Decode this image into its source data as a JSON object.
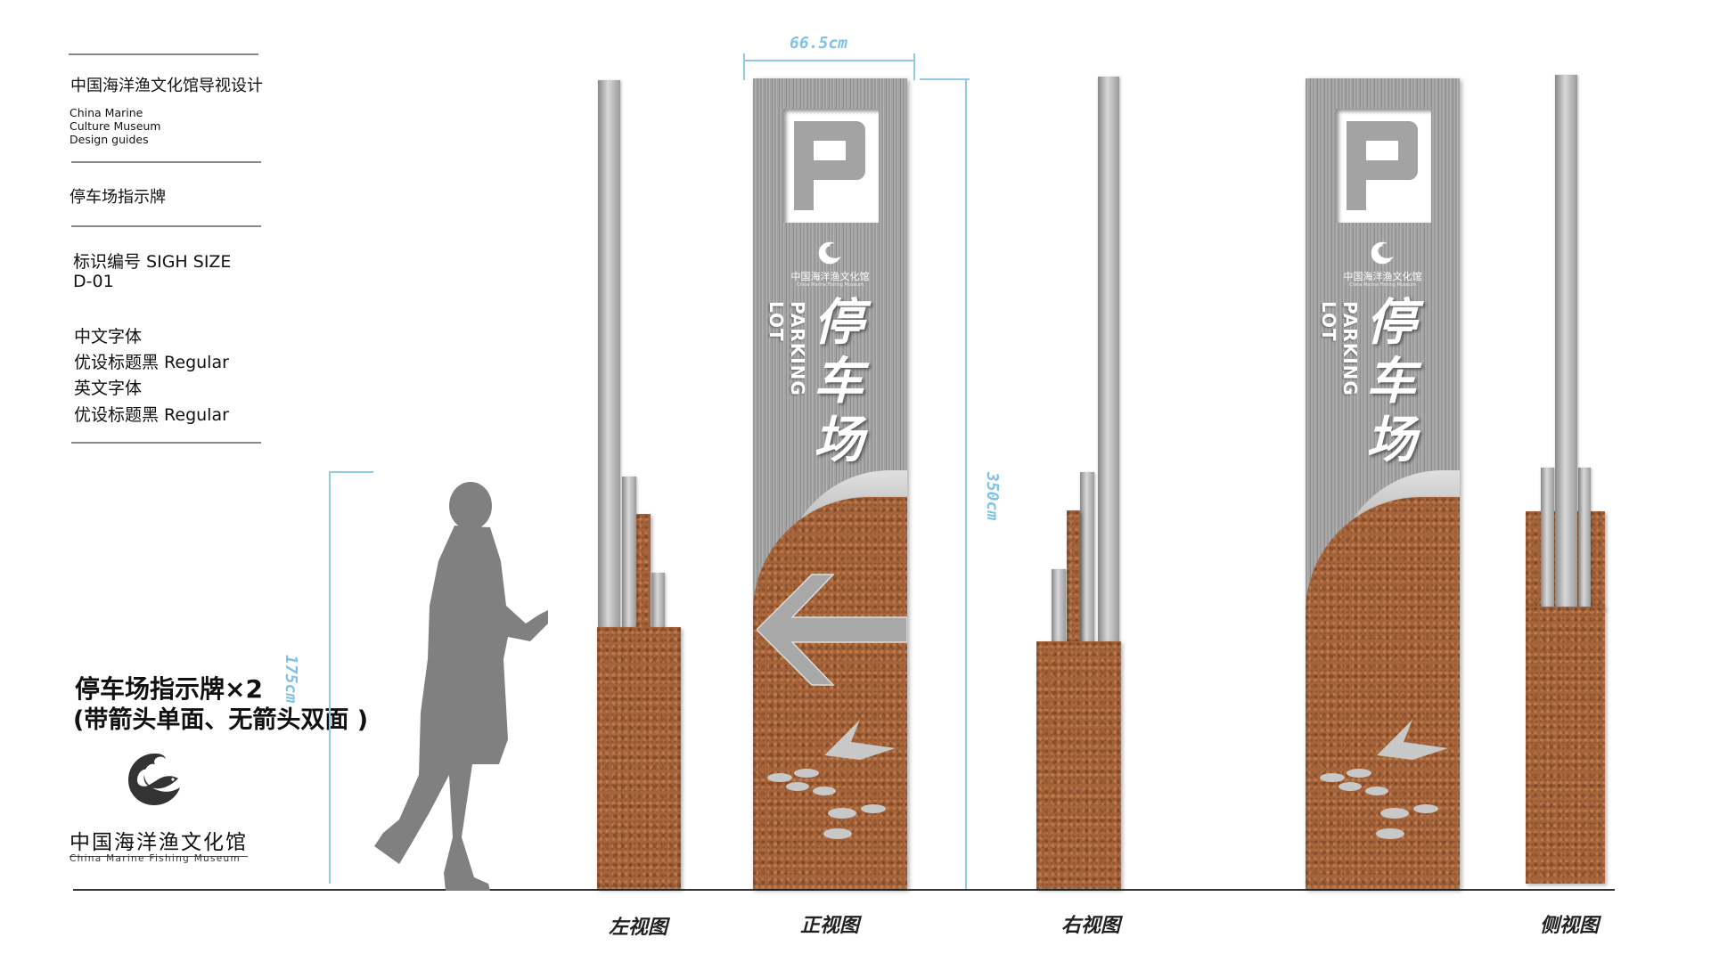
{
  "info": {
    "title_cn": "中国海洋渔文化馆导视设计",
    "title_en": [
      "China Marine",
      "Culture Museum",
      "Design guides"
    ],
    "sign_name": "停车场指示牌",
    "code_label": "标识编号 SIGH SIZE",
    "code": "D-01",
    "font_cn_label": "中文字体",
    "font_cn": "优设标题黑 Regular",
    "font_en_label": "英文字体",
    "font_en": "优设标题黑 Regular"
  },
  "summary": {
    "line1": "停车场指示牌×2",
    "line2": "(带箭头单面、无箭头双面 )"
  },
  "logo": {
    "name_cn": "中国海洋渔文化馆",
    "name_en": "China Marine Fishing Museum"
  },
  "sign": {
    "symbol": "P",
    "text_cn": "停车场",
    "text_en": "PARKING LOT"
  },
  "dimensions": {
    "width": "66.5cm",
    "height": "350cm",
    "person_height": "175cm"
  },
  "views": {
    "left": "左视图",
    "front": "正视图",
    "right": "右视图",
    "side": "侧视图"
  },
  "colors": {
    "dimension": "#7cc3e6",
    "rust": "#a7643a",
    "steel": "#a0a0a0",
    "silhouette": "#808080"
  }
}
